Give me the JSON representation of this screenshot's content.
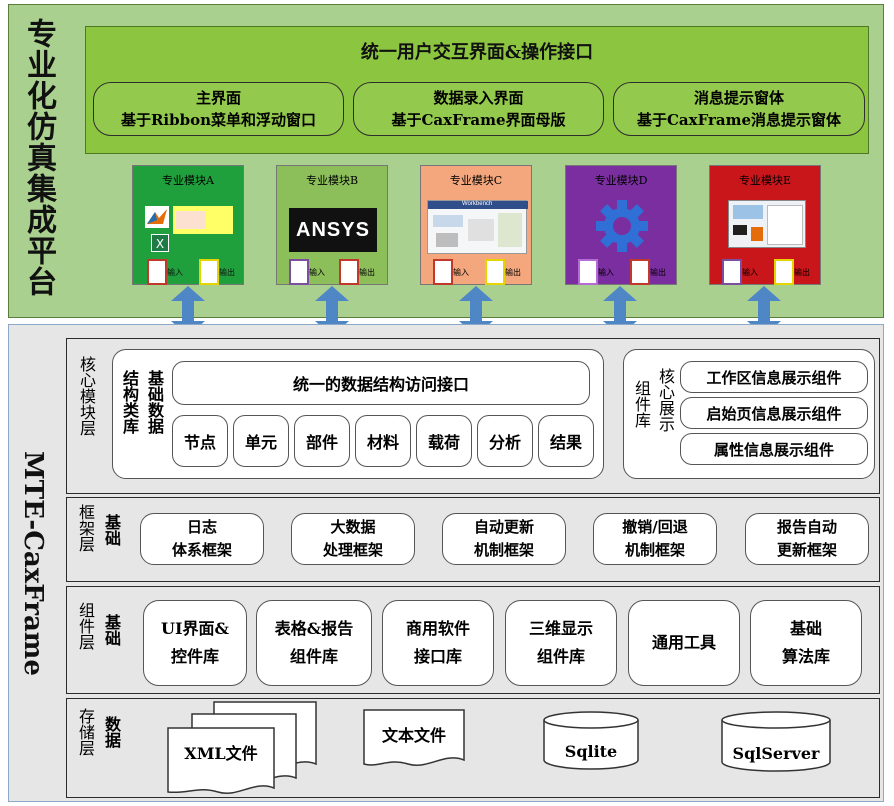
{
  "platform_title": "专业化仿真集成平台",
  "ui_layer": {
    "title": "统一用户交互界面&操作接口",
    "boxes": [
      {
        "line1": "主界面",
        "line2": "基于Ribbon菜单和浮动窗口"
      },
      {
        "line1": "数据录入界面",
        "line2": "基于CaxFrame界面母版"
      },
      {
        "line1": "消息提示窗体",
        "line2": "基于CaxFrame消息提示窗体"
      }
    ]
  },
  "modules": [
    {
      "title": "专业模块A",
      "input": "输入",
      "output": "输出",
      "bg": "#1fa03c"
    },
    {
      "title": "专业模块B",
      "input": "输入",
      "output": "输出",
      "bg": "#8cbf5a",
      "logo": "ANSYS"
    },
    {
      "title": "专业模块C",
      "input": "输入",
      "output": "输出",
      "bg": "#f4a77c",
      "logo": "Workbench"
    },
    {
      "title": "专业模块D",
      "input": "输入",
      "output": "输出",
      "bg": "#7a2ea0"
    },
    {
      "title": "专业模块E",
      "input": "输入",
      "output": "输出",
      "bg": "#c8161b"
    }
  ],
  "frame_title": "MTE-CaxFrame",
  "core_layer": {
    "label": "核心模块层",
    "basic_data": {
      "label_a": "结构类库",
      "label_b": "基础数据",
      "interface": "统一的数据结构访问接口",
      "items": [
        "节点",
        "单元",
        "部件",
        "材料",
        "载荷",
        "分析",
        "结果"
      ]
    },
    "component_lib": {
      "label_a": "组件库",
      "label_b": "核心展示",
      "items": [
        "工作区信息展示组件",
        "启始页信息展示组件",
        "属性信息展示组件"
      ]
    }
  },
  "framework_layer": {
    "label_a": "框架层",
    "label_b": "基础",
    "items": [
      {
        "line1": "日志",
        "line2": "体系框架"
      },
      {
        "line1": "大数据",
        "line2": "处理框架"
      },
      {
        "line1": "自动更新",
        "line2": "机制框架"
      },
      {
        "line1": "撤销/回退",
        "line2": "机制框架"
      },
      {
        "line1": "报告自动",
        "line2": "更新框架"
      }
    ]
  },
  "component_layer": {
    "label_a": "组件层",
    "label_b": "基础",
    "items": [
      {
        "line1": "UI界面&",
        "line2": "控件库"
      },
      {
        "line1": "表格&报告",
        "line2": "组件库"
      },
      {
        "line1": "商用软件",
        "line2": "接口库"
      },
      {
        "line1": "三维显示",
        "line2": "组件库"
      },
      {
        "line1": "通用工具",
        "line2": ""
      },
      {
        "line1": "基础",
        "line2": "算法库"
      }
    ]
  },
  "storage_layer": {
    "label_a": "存储层",
    "label_b": "数据",
    "items": [
      "XML文件",
      "文本文件",
      "Sqlite",
      "SqlServer"
    ]
  },
  "colors": {
    "platform_bg": "#a9d08e",
    "ui_bg": "#8cc540",
    "ui_pill": "#93c94d",
    "frame_bg": "#e7e6e6",
    "arrow": "#4f86c6"
  }
}
